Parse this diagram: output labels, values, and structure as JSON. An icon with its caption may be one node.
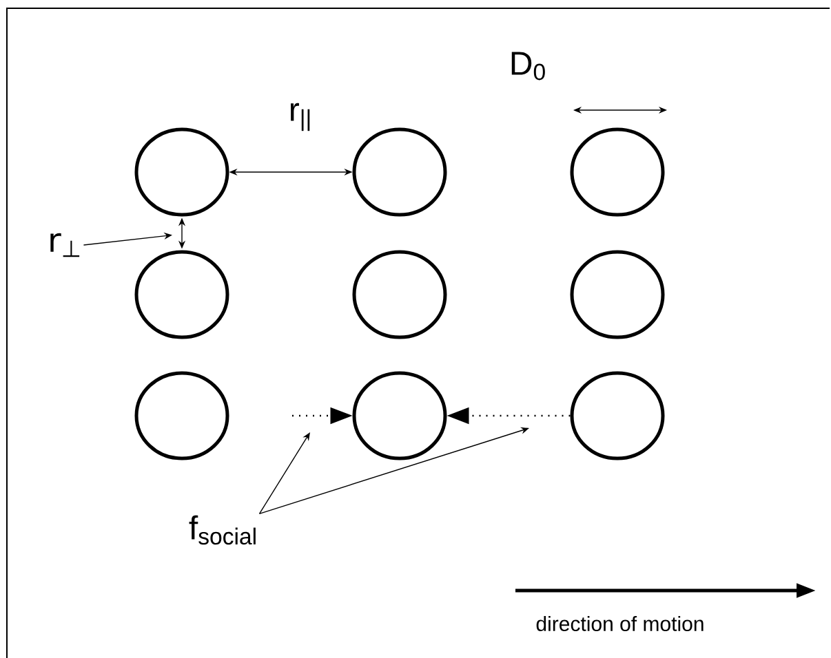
{
  "diagram": {
    "nodes": [
      {
        "text": [],
        "shape": "circle"
      },
      {
        "text": [],
        "shape": "circle"
      },
      {
        "text": [],
        "shape": "circle"
      },
      {
        "text": [],
        "shape": "circle"
      },
      {
        "text": [],
        "shape": "circle"
      },
      {
        "text": [],
        "shape": "circle"
      },
      {
        "text": [],
        "shape": "circle"
      },
      {
        "text": [],
        "shape": "circle"
      },
      {
        "text": [],
        "shape": "circle"
      },
      {
        "text": [
          "r$_{⊥}$"
        ]
      },
      {
        "text": [
          "f$_{social}$"
        ]
      }
    ],
    "edges": [
      {
        "from": 0,
        "to": 1,
        "arrow": "both",
        "label": "r$_{||}$"
      },
      {
        "from": 0,
        "to": 3,
        "arrow": "both"
      },
      {
        "from": 9,
        "to": 3,
        "arrow": "to"
      },
      {
        "from": null,
        "to": 7,
        "arrow": "to",
        "style": "dashed"
      },
      {
        "from": 8,
        "to": 7,
        "arrow": "to",
        "style": "dashed"
      },
      {
        "from": 10,
        "to": null,
        "arrow": "to"
      },
      {
        "from": 10,
        "to": null,
        "arrow": "to"
      }
    ],
    "labels": [
      "D$_{0}$",
      "direction of motion"
    ]
  }
}
